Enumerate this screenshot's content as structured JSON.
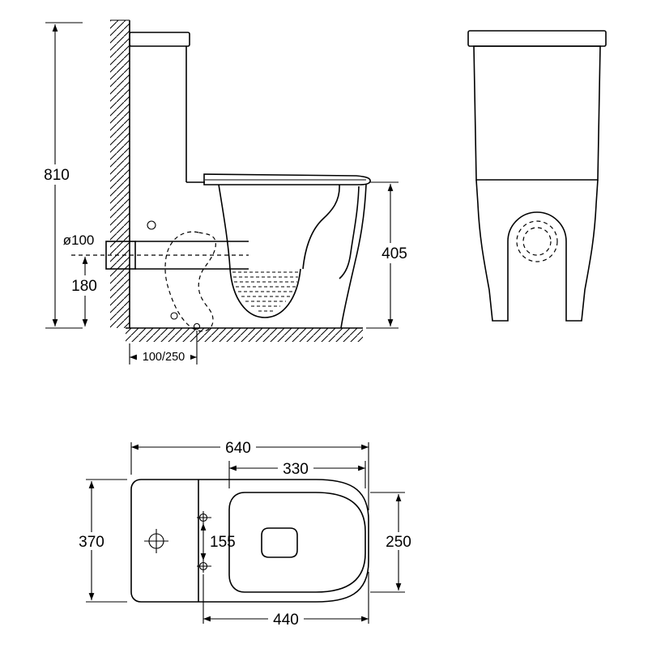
{
  "drawing": {
    "background": "#ffffff",
    "line_color": "#000000",
    "side_view": {
      "overall_height": "810",
      "outlet_diameter": "ø100",
      "outlet_center_height": "180",
      "bowl_height": "405",
      "outlet_setout": "100/250"
    },
    "top_view": {
      "overall_length": "640",
      "seat_opening_length": "330",
      "overall_width": "370",
      "seat_opening_width": "250",
      "fixing_hole_spacing": "155",
      "bowl_projection": "440"
    }
  }
}
